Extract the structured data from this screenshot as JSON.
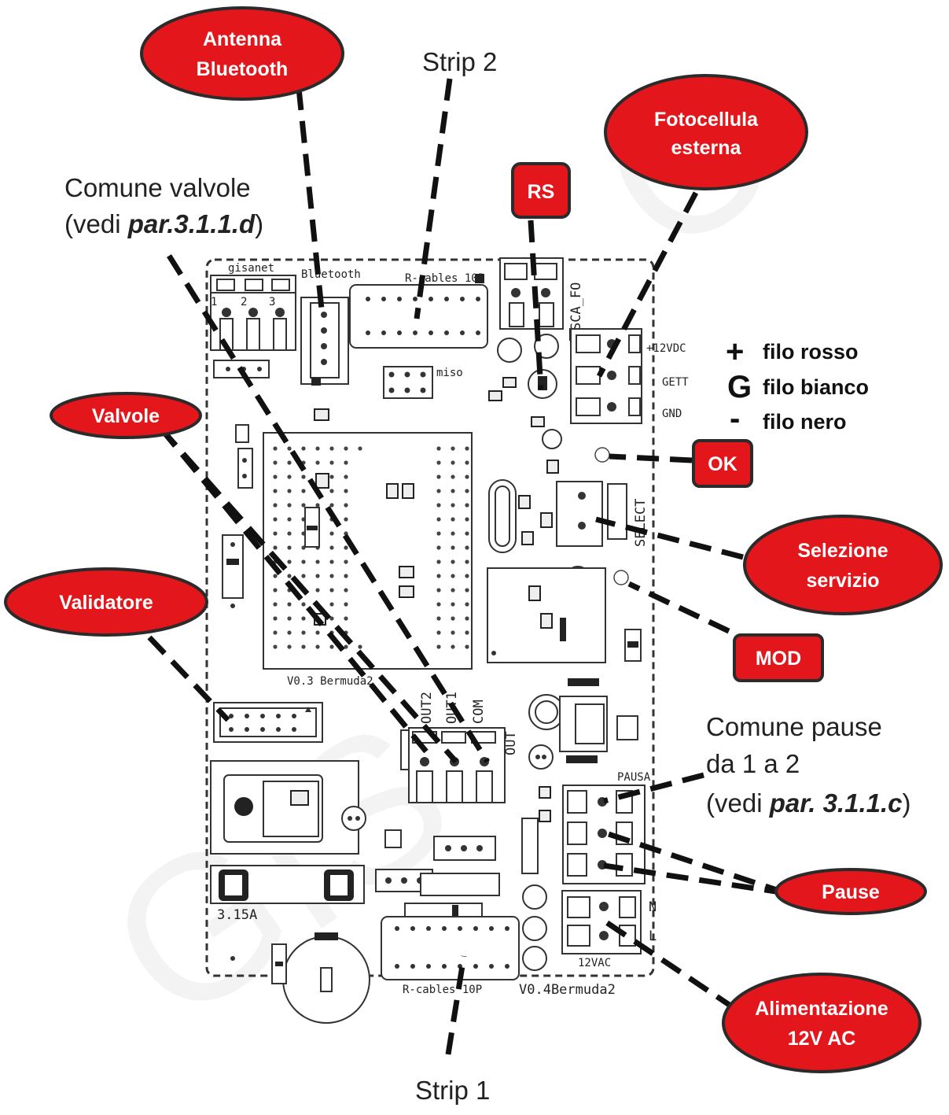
{
  "labels": {
    "strip2": "Strip 2",
    "strip1": "Strip 1",
    "comune_valvole_1": "Comune valvole",
    "comune_valvole_2_pre": "(vedi ",
    "comune_valvole_2_ref": "par.3.1.1.d",
    "comune_valvole_2_post": ")",
    "comune_pause_1": "Comune pause",
    "comune_pause_2": "da 1 a 2",
    "comune_pause_3_pre": "(vedi ",
    "comune_pause_3_ref": "par. 3.1.1.c",
    "comune_pause_3_post": ")"
  },
  "callouts": {
    "antenna_1": "Antenna",
    "antenna_2": "Bluetooth",
    "fotocellula_1": "Fotocellula",
    "fotocellula_2": "esterna",
    "rs": "RS",
    "valvole": "Valvole",
    "ok": "OK",
    "selezione_1": "Selezione",
    "selezione_2": "servizio",
    "validatore": "Validatore",
    "mod": "MOD",
    "pause": "Pause",
    "alimentazione_1": "Alimentazione",
    "alimentazione_2": "12V AC"
  },
  "wire_legend": [
    {
      "symbol": "+",
      "text": "filo rosso"
    },
    {
      "symbol": "G",
      "text": "filo bianco"
    },
    {
      "symbol": "-",
      "text": "filo nero"
    }
  ],
  "silkscreen": {
    "gisanet": "gisanet",
    "bluetooth": "Bluetooth",
    "rcables_top": "R-cables 10P",
    "sca_fo": "SCA_FO",
    "v12dc": "+12VDC",
    "gett": "GETT",
    "gnd": "GND",
    "miso": "miso",
    "select": "SELECT",
    "v03": "V0.3 Bermuda2",
    "out2": "OUT2",
    "out1": "OUT1",
    "com": "COM",
    "out": "OUT",
    "pausa": "PAUSA",
    "fuse": "3.15A",
    "v12vac": "12VAC",
    "v04": "V0.4Bermuda2",
    "rcables_bot": "R-cables 10P",
    "n": "N",
    "l": "L",
    "pins_123": [
      "1",
      "2",
      "3"
    ]
  },
  "colors": {
    "callout_fill": "#e3161b",
    "callout_border": "#2b2b2b",
    "line": "#111111"
  }
}
